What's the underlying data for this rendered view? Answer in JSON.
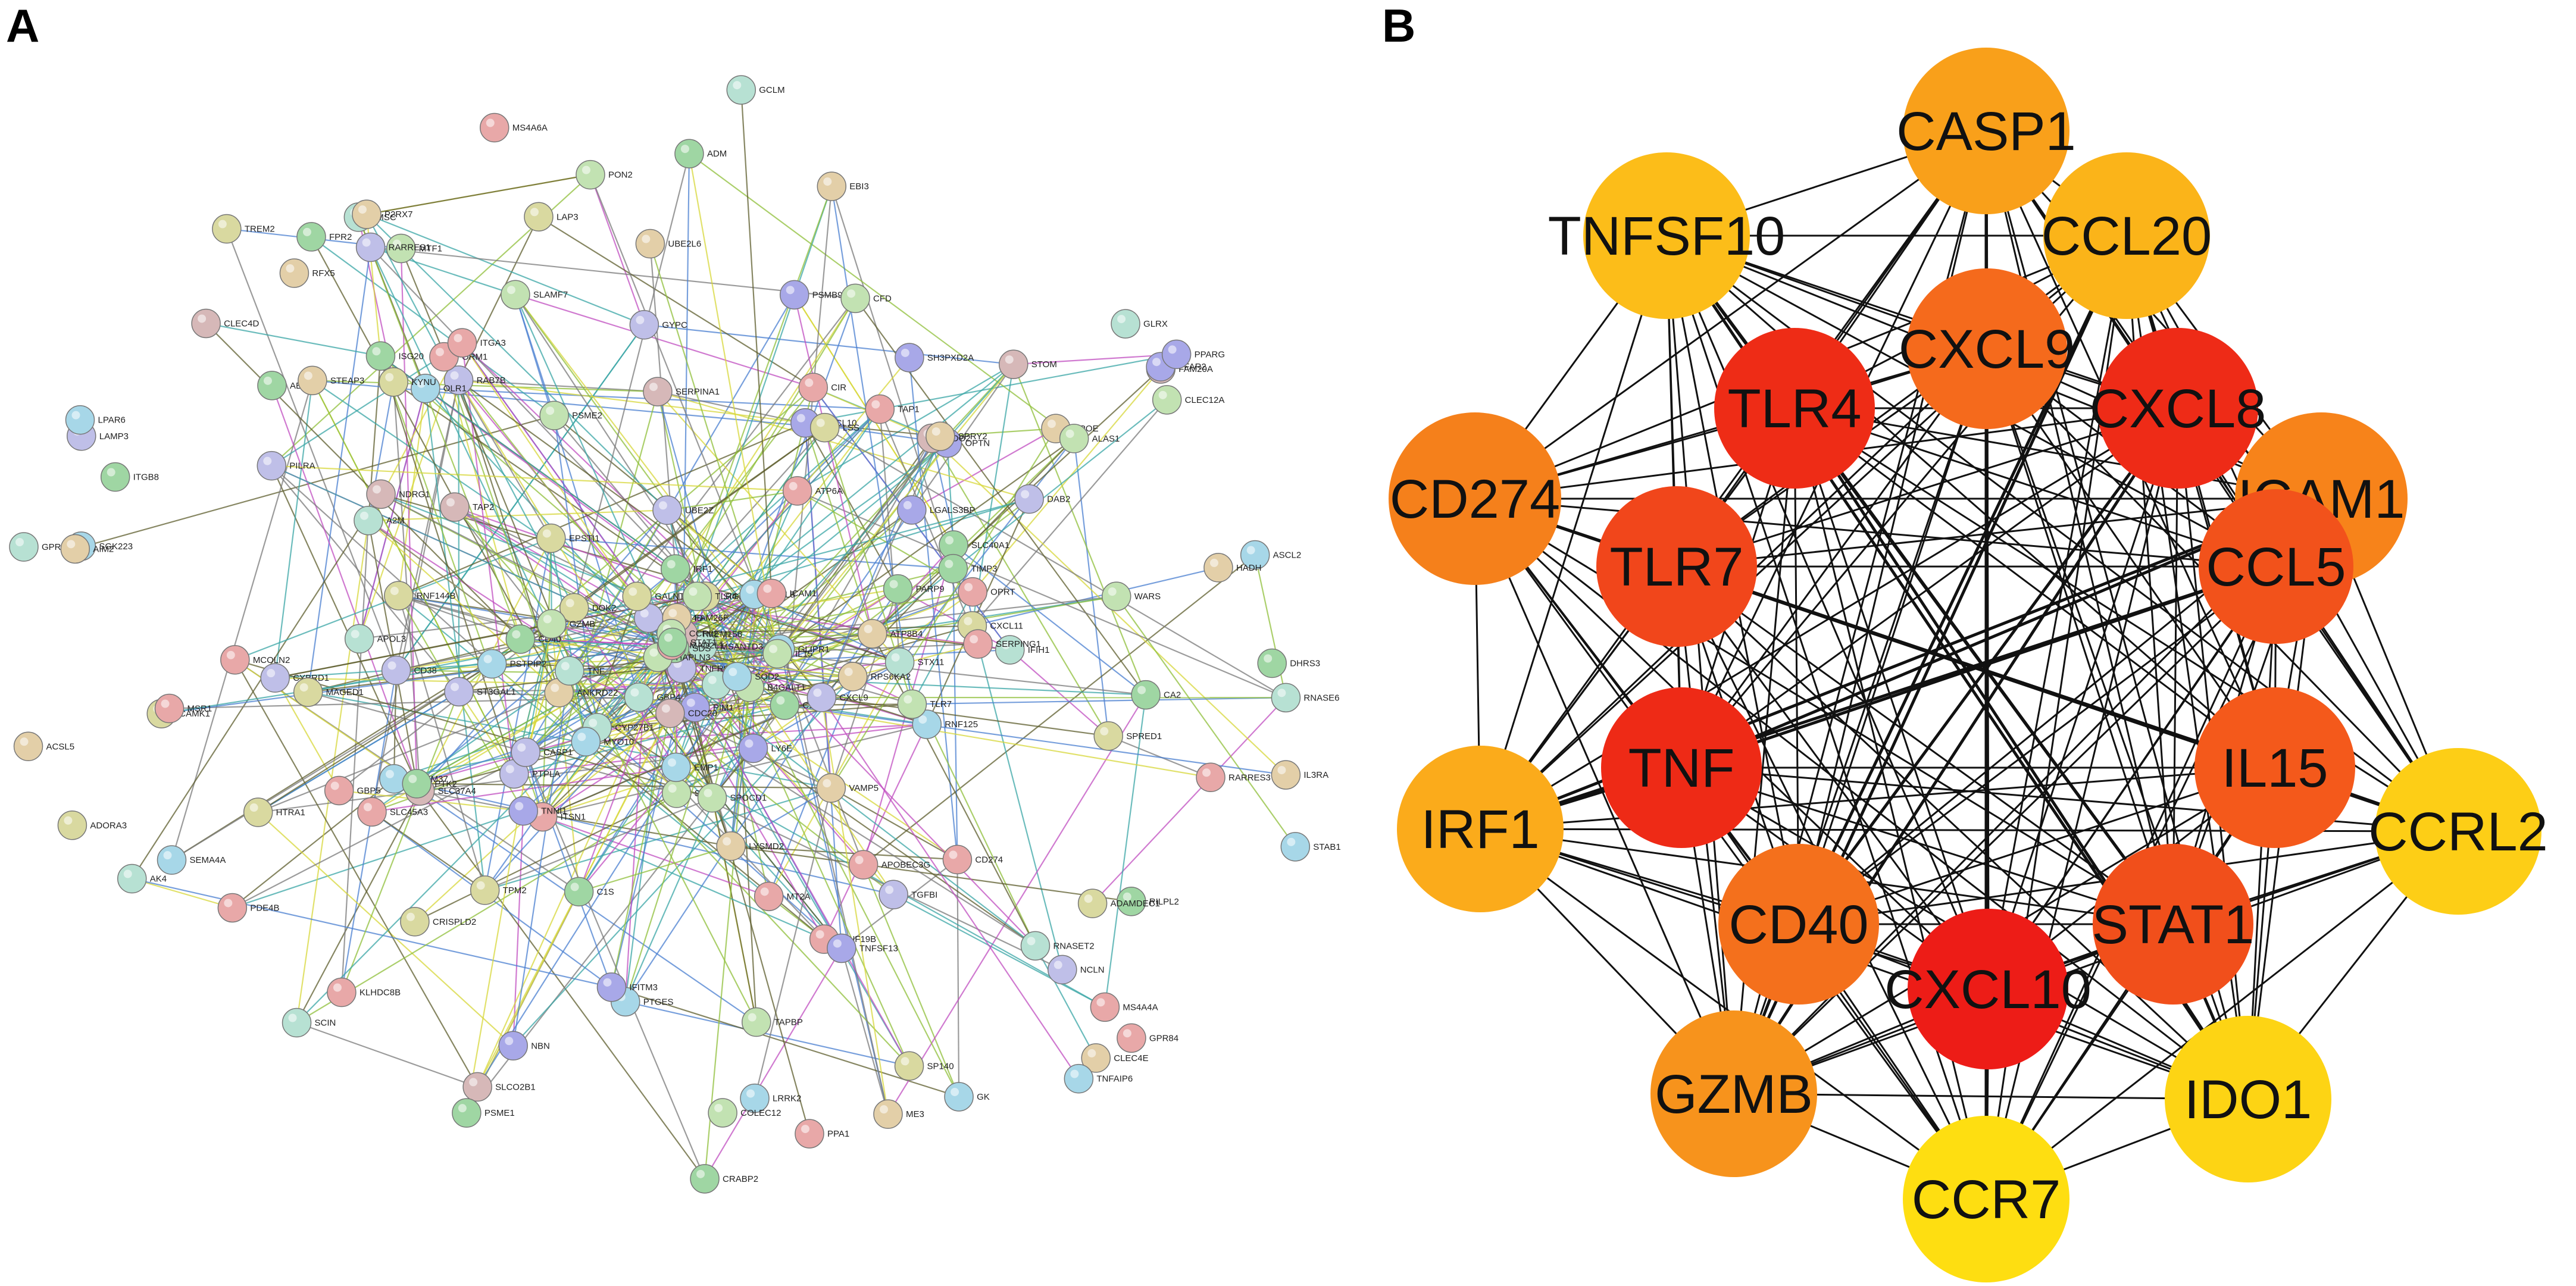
{
  "panel_a": {
    "letter": "A",
    "labels": [
      "FAM20A",
      "SGK223",
      "AK4",
      "KLHDC8B",
      "ME3",
      "CAMK1",
      "GPR84",
      "RFX5",
      "FFAR2",
      "PDE4B",
      "RILPL2",
      "MSC",
      "CLEC4D",
      "GLRX",
      "PPA1",
      "SCIN",
      "NCLN",
      "RNASET2",
      "ASCL2",
      "GPR34",
      "ABCC5",
      "ADORA3",
      "LAMP3",
      "FPR2",
      "GK",
      "CLEC12A",
      "LPAR6",
      "GCLM",
      "CLEC4E",
      "DHRS3",
      "SP140",
      "SEMA4A",
      "ADM",
      "SLCO2B1",
      "RNASE6",
      "P2RX7",
      "ITGB8",
      "NBN",
      "ACSL5",
      "ADAMDEC1",
      "CRABP2",
      "LRRK2",
      "TREM2",
      "IL3RA",
      "TNFAIP6",
      "HADH",
      "EBI3",
      "MTF1",
      "COLEC12",
      "STAB1",
      "MSR1",
      "PSME1",
      "LAP3",
      "RARRES1",
      "RARRES3",
      "PON2",
      "MS4A4A",
      "MS4A6A",
      "PPARG",
      "AIM2",
      "CD274",
      "SPRED1",
      "MT2A",
      "PILRA",
      "RAB7B",
      "OLR1",
      "APOBEC3G",
      "APOL3",
      "STOM",
      "APOE",
      "OPTN",
      "PTGES",
      "CD38",
      "CXCL11",
      "IDO2",
      "PSMB9",
      "PSME2",
      "TAPBP",
      "SLC40A1",
      "ORM1",
      "GYPC",
      "A2M",
      "SERPINA1",
      "CXCL10",
      "IFIH1",
      "RNF19B",
      "OPRT",
      "CYBRD1",
      "TAP2",
      "WARS",
      "TIMP3",
      "ALAS1",
      "STEAP3",
      "C1S",
      "DAB2",
      "GBP5",
      "TAP1",
      "KYNU",
      "LSS",
      "CRISPLD2",
      "TNFSF13",
      "TMEM37",
      "ITGA3",
      "TGFBI",
      "HTRA1",
      "SH3PXD2A",
      "SLC37A4",
      "MAGED1",
      "CFD",
      "CIR",
      "MCOLN2",
      "PTK2",
      "SERPING1",
      "SPRY2",
      "LGALS3BP",
      "SLAMF7",
      "ISG20",
      "IFITM3",
      "UBE2L6",
      "RNF125",
      "RNF144B",
      "CA2",
      "SLC45A3",
      "NDRG1",
      "TPM2",
      "C1RL",
      "ITSN1",
      "LY6E",
      "SIGLEC10",
      "EPSTI1",
      "GBP4",
      "PARP9",
      "UBE2Z",
      "PIM1",
      "TNNI1",
      "STX11",
      "MATK",
      "TNFRSF21",
      "MSANTD3",
      "TMEM158",
      "PTPLA",
      "SDS",
      "DOK2",
      "STMN1",
      "SEMA4D",
      "ST3GAL1",
      "CYP27B1",
      "FAM26F",
      "GLIPR1",
      "ANKRD22",
      "RPS6KA2",
      "ATP6A",
      "B4GALT1",
      "HAPLN3",
      "LYSMD2",
      "PSTPIP2",
      "CDC20",
      "ATP8B4",
      "GALNT12",
      "EMP1",
      "MYO10",
      "SPOCD1",
      "VAMP5",
      "MAD2L1",
      "SOD2",
      "CCL8",
      "CCRL2",
      "CASP1",
      "ICAM1",
      "STAT1",
      "TLR4",
      "TLR7",
      "TNF",
      "CXCL9",
      "CD40",
      "IRF1",
      "GZMB",
      "IL15"
    ]
  },
  "panel_b": {
    "letter": "B",
    "nodes": [
      {
        "label": "CASP1",
        "color": "#f9a01a"
      },
      {
        "label": "CCL20",
        "color": "#fbb419"
      },
      {
        "label": "ICAM1",
        "color": "#f7831a"
      },
      {
        "label": "CCRL2",
        "color": "#fdce16"
      },
      {
        "label": "IDO1",
        "color": "#fdd414"
      },
      {
        "label": "CCR7",
        "color": "#fede11"
      },
      {
        "label": "GZMB",
        "color": "#f7931c"
      },
      {
        "label": "IRF1",
        "color": "#fbab1b"
      },
      {
        "label": "CD274",
        "color": "#f5801b"
      },
      {
        "label": "TNFSF10",
        "color": "#fcbd19"
      },
      {
        "label": "CXCL9",
        "color": "#f56a1c"
      },
      {
        "label": "CXCL8",
        "color": "#ee2b17"
      },
      {
        "label": "CCL5",
        "color": "#f2521b"
      },
      {
        "label": "IL15",
        "color": "#f4591b"
      },
      {
        "label": "STAT1",
        "color": "#f14f1b"
      },
      {
        "label": "CXCL10",
        "color": "#ed1c17"
      },
      {
        "label": "CD40",
        "color": "#f4701c"
      },
      {
        "label": "TNF",
        "color": "#ee2a16"
      },
      {
        "label": "TLR7",
        "color": "#f1461b"
      },
      {
        "label": "TLR4",
        "color": "#ee2c16"
      }
    ]
  }
}
